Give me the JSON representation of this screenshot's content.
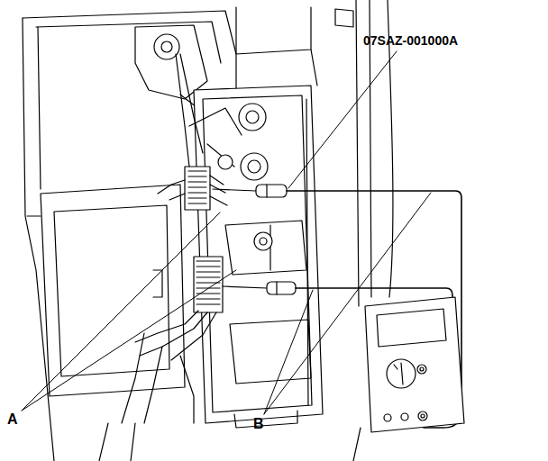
{
  "diagram": {
    "labels": [
      "07SAZ-001000A",
      "A",
      "B"
    ]
  }
}
